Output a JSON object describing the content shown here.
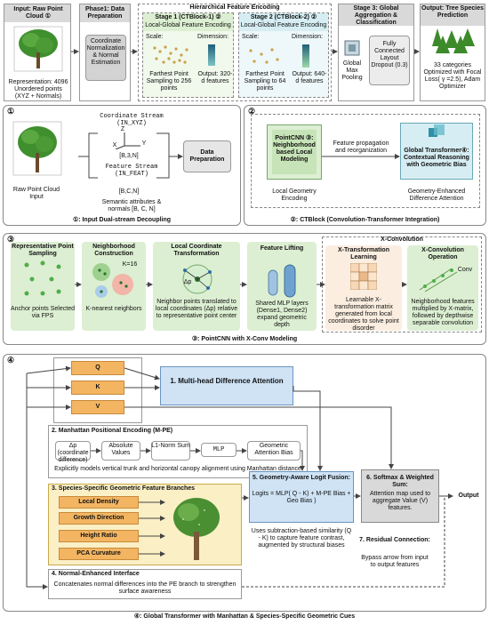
{
  "top": {
    "input": {
      "title": "Input: Raw Point Cloud ①",
      "rep": "Representation: 4096",
      "rep2": "Unordered points",
      "rep3": "(XYZ + Normals)"
    },
    "phase1": {
      "title": "Phase1: Data Preparation",
      "box": "Coordinate Normalization & Normal Estimation"
    },
    "hfe": {
      "title": "Hierarchical Feature Encoding",
      "stage1": {
        "title": "Stage 1 (CTBlock-1) ②",
        "sub": "Local-Global Feature Encoding",
        "scale": "Scale:",
        "dim": "Dimension:",
        "desc": "Farthest Point Sampling to 256 points",
        "out": "Output: 320-d features"
      },
      "stage2": {
        "title": "Stage 2 (CTBlock-2) ②",
        "sub": "Local-Global Feature Encoding",
        "scale": "Scale:",
        "dim": "Dimension:",
        "desc": "Farthest Point Sampling to 64 points",
        "out": "Output: 640-d features"
      }
    },
    "stage3": {
      "title": "Stage 3: Global Aggregation & Classification",
      "pool": "Global Max Pooling",
      "fc": "Fully Connected Layout Dropout (0.3)"
    },
    "output": {
      "title": "Output: Tree Species Prediction",
      "desc": "33 categories Optimized with Focal Loss( γ =2.5), Adam Optimizer"
    }
  },
  "sec1": {
    "num": "①",
    "raw": "Raw Point Cloud Input",
    "coord": "Coordinate Stream",
    "coord2": "(IN_XYZ)",
    "b3n": "[B,3,N]",
    "feat": "Feature Stream",
    "feat2": "(IN_FEAT)",
    "bcn": "[B,C,N]",
    "sem": "Semantic attributes & normals [B, C, N]",
    "dp": "Data Preparation",
    "axes": {
      "z": "Z",
      "x": "X",
      "y": "Y"
    },
    "caption": "①: Input Dual-stream Decoupling"
  },
  "sec2": {
    "num": "②",
    "pointcnn": "PointCNN ③: Neighborhood based Local Modeling",
    "lge": "Local Geometry Encoding",
    "fp": "Feature propagation and reorganization",
    "gt": "Global Transformer④: Contextual Reasoning with Geometric Bias",
    "geda": "Geometry-Enhanced Difference Attention",
    "caption": "②: CTBlock (Convolution-Transformer Integration)"
  },
  "sec3": {
    "num": "③",
    "xconv": "X-Convolution",
    "cols": [
      {
        "title": "Representative Point Sampling",
        "desc": "Anchor points Selected via FPS"
      },
      {
        "title": "Neighborhood Construction",
        "desc": "K-nearest neighbors"
      },
      {
        "title": "Local Coordinate Transformation",
        "desc": "Neighbor points translated to local coordinates (Δp) relative to representative point center"
      },
      {
        "title": "Feature Lifting",
        "desc": "Shared MLP layers (Dense1, Dense2) expand geometric depth"
      },
      {
        "title": "X-Transformation Learning",
        "desc": "Learnable X-transformation matrix generated from local coordinates to solve point disorder"
      },
      {
        "title": "X-Convolution Operation",
        "desc": "Neighborhood features multiplied by X-matrix, followed by depthwise separable convolution"
      }
    ],
    "k16": "K=16",
    "dp": "Δp",
    "conv": "Conv",
    "caption": "③: PointCNN with X-Conv Modeling"
  },
  "sec4": {
    "num": "④",
    "q": "Q",
    "k": "K",
    "v": "V",
    "mhda": "1. Multi-head Difference Attention",
    "mpe_title": "2. Manhattan Positional Encoding (M-PE)",
    "mpe": [
      "Δp (coordinate difference)",
      "Absolute Values",
      "L1-Norm Sum",
      "MLP",
      "Geometric Attention Bias"
    ],
    "mpe_desc": "Explicitly models vertical trunk and horizontal canopy alignment using Manhattan distance",
    "ssgf_title": "3. Species-Specific Geometric Feature Branches",
    "ssgf": [
      "Local Density",
      "Growth Direction",
      "Height Ratio",
      "PCA Curvature"
    ],
    "gaf_title": "5. Geometry-Aware Logit Fusion:",
    "gaf_formula": "Logits = MLP( Q - K) + M-PE Bias + Geo Bias )",
    "gaf_desc": "Uses subtraction-based similarity (Q - K) to capture feature contrast, augmented by structural biases",
    "sm_title": "6. Softmax & Weighted Sum:",
    "sm_desc": "Attention map used to aggregate Value (V) features.",
    "output": "Output",
    "rc_title": "7. Residual Connection:",
    "rc_desc": "Bypass arrow from input to output features",
    "nei_title": "4. Normal-Enhanced Interface",
    "nei_desc": "Concatenates normal differences into the PE branch to strengthen surface awareness",
    "caption": "④: Global Transformer with Manhattan & Species-Specific Geometric Cues"
  }
}
